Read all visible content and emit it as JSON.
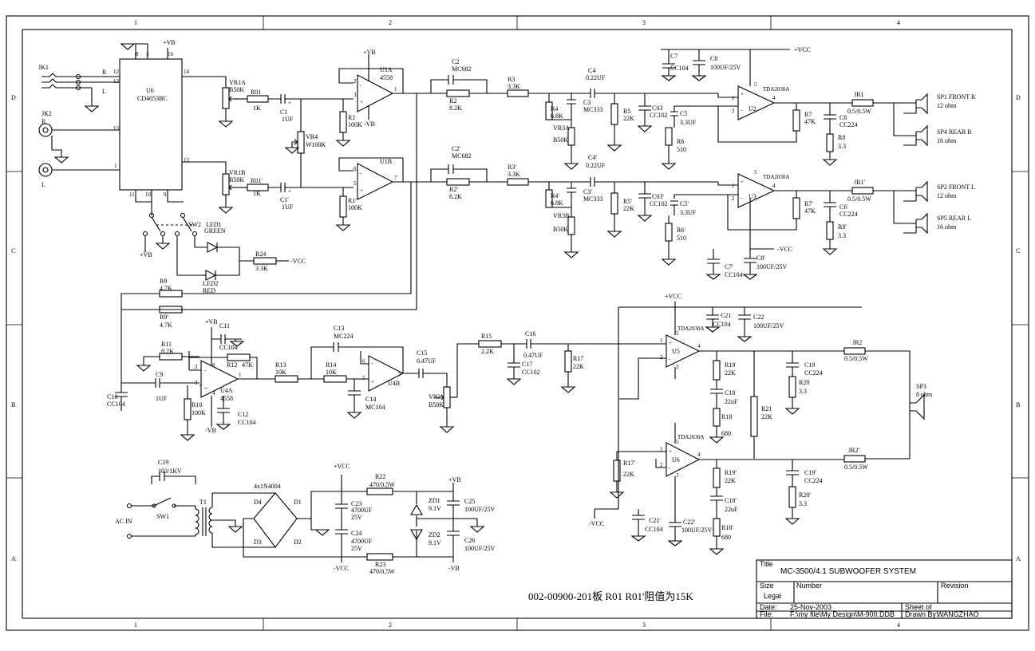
{
  "grid": {
    "cols": [
      "1",
      "2",
      "3",
      "4"
    ],
    "rows": [
      "D",
      "C",
      "B",
      "A"
    ]
  },
  "title_block": {
    "title_label": "Title",
    "title": "MC-3500/4.1  SUBWOOFER SYSTEM",
    "size_label": "Size",
    "size": "Legal",
    "number_label": "Number",
    "revision_label": "Revision",
    "date_label": "Date:",
    "date": "25-Nov-2003",
    "sheet_label": "Sheet    of",
    "file_label": "File:",
    "file": "F:\\my file\\My Design\\M-900.DDB",
    "drawn_label": "Drawn By:",
    "drawn": "WANGZHAO"
  },
  "note": "002-00900-201板 R01 R01'阻值为15K",
  "labels": {
    "jk1": "JK1",
    "R": "R",
    "L": "L",
    "jk2": "JK2",
    "jk2R": "R",
    "jk2L": "L",
    "u6": "U6",
    "u6p": "CD4053BC",
    "p12": "12",
    "p13": "13",
    "p1": "1",
    "p14": "14",
    "p15": "15",
    "p8": "8",
    "p5": "5",
    "p16": "16",
    "p11": "11",
    "p10": "10",
    "p9": "9",
    "vb": "+VB",
    "mvb": "-VB",
    "vcc": "+VCC",
    "mvcc": "-VCC",
    "vr1a": "VR1A",
    "b50k": "B50K",
    "vr1b": "VR1B",
    "r01": "R01",
    "r01v": "1K",
    "r01p": "R01'",
    "r01pv": "1K",
    "c1": "C1",
    "c1v": "1UF",
    "c1p": "C1'",
    "c1pv": "1UF",
    "vr4": "VR4",
    "vr4v": "W100K",
    "u1a": "U1A",
    "u1av": "4558",
    "u1b": "U1B",
    "r1": "R1",
    "r1v": "100K",
    "r1p": "R1'",
    "r1pv": "100K",
    "c2": "C2",
    "c2v": "MC682",
    "c2p": "C2'",
    "c2pv": "MC682",
    "r2": "R2",
    "r2v": "8.2K",
    "r2p": "R2'",
    "r2pv": "8.2K",
    "r3": "R3",
    "r3v": "3.3K",
    "r3p": "R3'",
    "r3pv": "3.3K",
    "c4": "C4",
    "c4v": "0.22UF",
    "c4p": "C4'",
    "c4pv": "0.22UF",
    "r4": "R4",
    "r4v": "6.8K",
    "r4p": "R4'",
    "r4pv": "6.8K",
    "c3": "C3",
    "c3v": "MC333",
    "c3p": "C3'",
    "c3pv": "MC333",
    "vr3a": "VR3A",
    "vr3b": "VR3B",
    "b50kb": "B50K",
    "r5": "R5",
    "r5v": "22K",
    "r5p": "R5'",
    "r5pv": "22K",
    "c03": "C03",
    "c03v": "CC102",
    "c03p": "C03'",
    "c03pv": "CC102",
    "c5": "C5",
    "c5v": "3.3UF",
    "c5p": "C5'",
    "c5pv": "3.3UF",
    "r6": "R6",
    "r6v": "510",
    "r6p": "R6'",
    "r6pv": "510",
    "c7": "C7",
    "c7v": "CC104",
    "c8": "C8",
    "c8v": "100UF/25V",
    "c7p": "C7'",
    "c7pv": "CC104",
    "c8p": "C8'",
    "c8pv": "100UF/25V",
    "u2": "U2",
    "u3": "U3",
    "tda": "TDA2030A",
    "r7": "R7",
    "r7v": "47K",
    "r7p": "R7'",
    "r7pv": "47K",
    "c6": "C6",
    "c6v": "CC224",
    "c6p": "C6'",
    "c6pv": "CC224",
    "r8": "R8",
    "r8v": "3.3",
    "r8p": "R8'",
    "r8pv": "3.3",
    "jr1": "JR1",
    "jr1v": "0.5/0.5W",
    "jr1p": "JR1'",
    "jr1pv": "0.5/0.5W",
    "sp1": "SP1 FRONT R",
    "sp1v": "12 ohm",
    "sp4": "SP4 REAR R",
    "sp4v": "16 ohm",
    "sp2": "SP2 FRONT L",
    "sp2v": "12 ohm",
    "sp5": "SP5 REAR L",
    "sp5v": "16 ohm",
    "led1": "LED1",
    "led1v": "GREEN",
    "led2": "LED2",
    "led2v": "RED",
    "sw2": "SW2",
    "r24": "R24",
    "r24v": "3.3K",
    "r9": "R9",
    "r9v": "4.7K",
    "r9p": "R9'",
    "r9pv": "4.7K",
    "c11": "C11",
    "c11v": "CC104",
    "r11": "R11",
    "r11v": "8.2K",
    "r12": "R12",
    "r12v": "47K",
    "u4a": "U4A",
    "u4av": "4558",
    "c9": "C9",
    "c9v": "1UF",
    "c10": "C10",
    "c10v": "CC104",
    "r10": "R10",
    "r10v": "100K",
    "c12": "C12",
    "c12v": "CC104",
    "r13": "R13",
    "r13v": "10K",
    "r14": "R14",
    "r14v": "10K",
    "c13": "C13",
    "c13v": "MC224",
    "c14": "C14",
    "c14v": "MC104",
    "u4b": "U4B",
    "c15": "C15",
    "c15v": "0.47UF",
    "vr2": "VR2",
    "vr2v": "B50K",
    "r15": "R15",
    "r15v": "2.2K",
    "c16": "C16",
    "c16v": "0.47UF",
    "c17": "C17",
    "c17v": "CC102",
    "r17": "R17",
    "r17v": "22K",
    "u5": "U5",
    "u6b": "U6",
    "c21": "C21",
    "c21v": "CC104",
    "c22": "C22",
    "c22v": "100UF/25V",
    "c21p": "C21'",
    "c21pv": "CC104",
    "c22p": "C22'",
    "c22pv": "100UF/25V",
    "r19": "R19",
    "r19v": "22K",
    "c18": "C18",
    "c18v": "22uF",
    "r18": "R18",
    "r18v": "680",
    "r19p": "R19'",
    "r19pv": "22K",
    "c18p": "C18'",
    "c18pv": "22uF",
    "r18p": "R18'",
    "r18pv": "680",
    "r21": "R21",
    "r21v": "22K",
    "r17p": "R17'",
    "r17pv": "22K",
    "c19": "C19",
    "c19v": "CC224",
    "r20": "R20",
    "r20v": "3.3",
    "c19p": "C19'",
    "c19pv": "CC224",
    "r20p": "R20'",
    "r20pv": "3.3",
    "jr2": "JR2",
    "jr2v": "0.5/0.5W",
    "jr2p": "JR2'",
    "jr2pv": "0.5/0.5W",
    "sp3": "SP3",
    "sp3v": "8 ohm",
    "c19t": "C19",
    "c19tv": "103/1KV",
    "acin": "AC  IN",
    "sw1": "SW1",
    "t1": "T1",
    "bridge": "4x1N4004",
    "d1": "D1",
    "d2": "D2",
    "d3": "D3",
    "d4": "D4",
    "c23": "C23",
    "c23v": "4700UF",
    "c23w": "25V",
    "c24": "C24",
    "c24v": "4700UF",
    "c24w": "25V",
    "r22": "R22",
    "r22v": "470/0.5W",
    "r23": "R23",
    "r23v": "470/0.5W",
    "zd1": "ZD1",
    "zd1v": "9.1V",
    "zd2": "ZD2",
    "zd2v": "9.1V",
    "c25": "C25",
    "c25v": "100UF/25V",
    "c26": "C26",
    "c26v": "100UF/25V"
  }
}
